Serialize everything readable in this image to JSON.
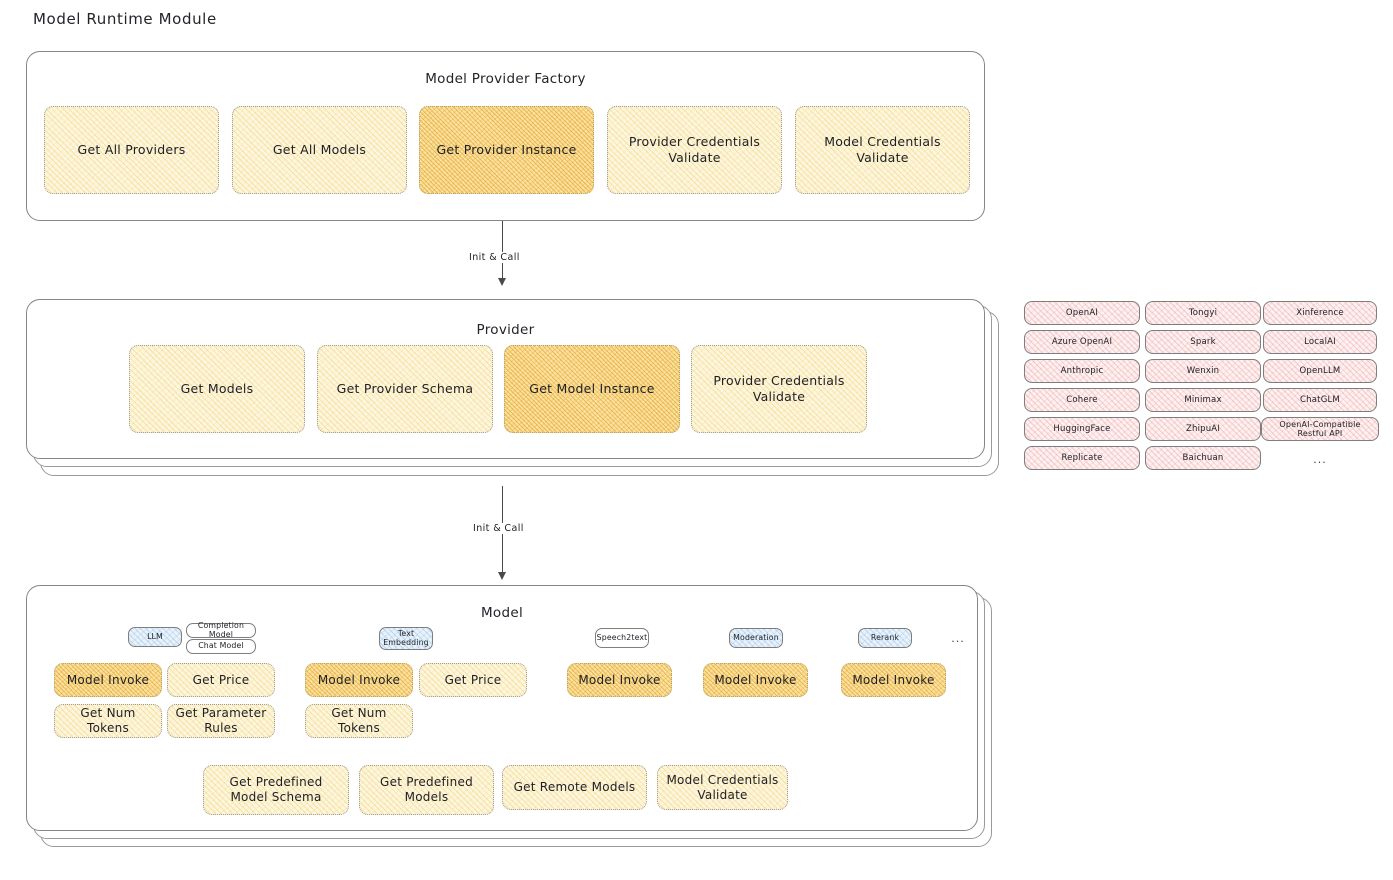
{
  "page": {
    "title": "Model Runtime Module"
  },
  "colors": {
    "highlight_fill": "#fbe2a4",
    "light_fill": "#fdf6df",
    "provider_tag_fill": "#fdf0f0",
    "badge_fill": "#e8f2fb",
    "stroke": "#868686",
    "text": "#1f2023"
  },
  "factory": {
    "title": "Model Provider Factory",
    "boxes": [
      {
        "label": "Get All Providers",
        "highlighted": false
      },
      {
        "label": "Get All Models",
        "highlighted": false
      },
      {
        "label": "Get Provider Instance",
        "highlighted": true
      },
      {
        "label": "Provider Credentials Validate",
        "highlighted": false
      },
      {
        "label": "Model Credentials Validate",
        "highlighted": false
      }
    ]
  },
  "arrow1": {
    "label": "Init & Call"
  },
  "provider": {
    "title": "Provider",
    "boxes": [
      {
        "label": "Get Models",
        "highlighted": false
      },
      {
        "label": "Get Provider Schema",
        "highlighted": false
      },
      {
        "label": "Get Model Instance",
        "highlighted": true
      },
      {
        "label": "Provider Credentials Validate",
        "highlighted": false
      }
    ]
  },
  "provider_list": {
    "columns": [
      {
        "items": [
          "OpenAI",
          "Azure OpenAI",
          "Anthropic",
          "Cohere",
          "HuggingFace",
          "Replicate"
        ]
      },
      {
        "items": [
          "Tongyi",
          "Spark",
          "Wenxin",
          "Minimax",
          "ZhipuAI",
          "Baichuan"
        ]
      },
      {
        "items": [
          "Xinference",
          "LocalAI",
          "OpenLLM",
          "ChatGLM",
          "OpenAI-Compatible Restful API"
        ]
      }
    ],
    "more": "..."
  },
  "arrow2": {
    "label": "Init & Call"
  },
  "model": {
    "title": "Model",
    "more": "...",
    "types": [
      {
        "badge": "LLM",
        "sub_badges": [
          "Completion Model",
          "Chat Model"
        ],
        "methods": [
          {
            "label": "Model Invoke",
            "highlighted": true
          },
          {
            "label": "Get Price",
            "highlighted": false
          },
          {
            "label": "Get Num Tokens",
            "highlighted": false
          },
          {
            "label": "Get Parameter Rules",
            "highlighted": false
          }
        ]
      },
      {
        "badge": "Text Embedding",
        "sub_badges": [],
        "methods": [
          {
            "label": "Model Invoke",
            "highlighted": true
          },
          {
            "label": "Get Price",
            "highlighted": false
          },
          {
            "label": "Get Num Tokens",
            "highlighted": false
          }
        ]
      },
      {
        "badge": "Speech2text",
        "sub_badges": [],
        "methods": [
          {
            "label": "Model Invoke",
            "highlighted": true
          }
        ]
      },
      {
        "badge": "Moderation",
        "sub_badges": [],
        "methods": [
          {
            "label": "Model Invoke",
            "highlighted": true
          }
        ]
      },
      {
        "badge": "Rerank",
        "sub_badges": [],
        "methods": [
          {
            "label": "Model Invoke",
            "highlighted": true
          }
        ]
      }
    ],
    "common_methods": [
      "Get Predefined Model Schema",
      "Get Predefined Models",
      "Get Remote Models",
      "Model Credentials Validate"
    ]
  }
}
